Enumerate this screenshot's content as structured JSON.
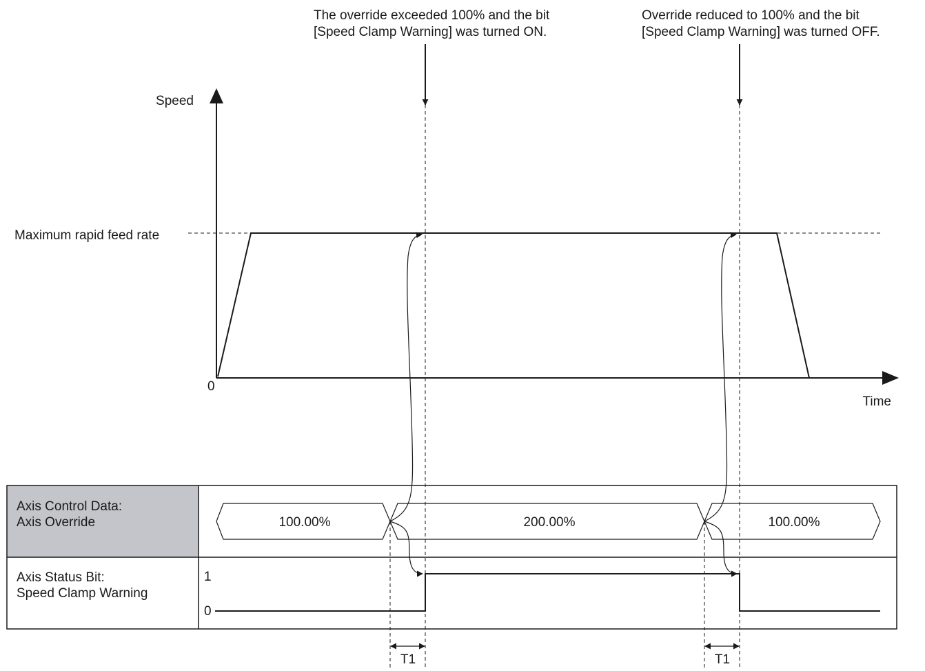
{
  "annotations": {
    "on": {
      "line1": "The override exceeded 100% and the bit",
      "line2": "[Speed Clamp Warning] was turned ON."
    },
    "off": {
      "line1": "Override reduced to 100% and the bit",
      "line2": "[Speed Clamp Warning] was turned OFF."
    }
  },
  "speed_chart": {
    "y_axis_label": "Speed",
    "x_axis_label": "Time",
    "origin_label": "0",
    "max_rate_label": "Maximum rapid feed rate"
  },
  "timing_table": {
    "rows": [
      {
        "label_line1": "Axis Control Data:",
        "label_line2": "Axis Override",
        "values": [
          "100.00%",
          "200.00%",
          "100.00%"
        ]
      },
      {
        "label_line1": "Axis Status Bit:",
        "label_line2": "Speed Clamp Warning",
        "level_high": "1",
        "level_low": "0"
      }
    ]
  },
  "delays": [
    "T1",
    "T1"
  ],
  "colors": {
    "line": "#1a1a1a",
    "header_fill": "#c3c5ca"
  }
}
